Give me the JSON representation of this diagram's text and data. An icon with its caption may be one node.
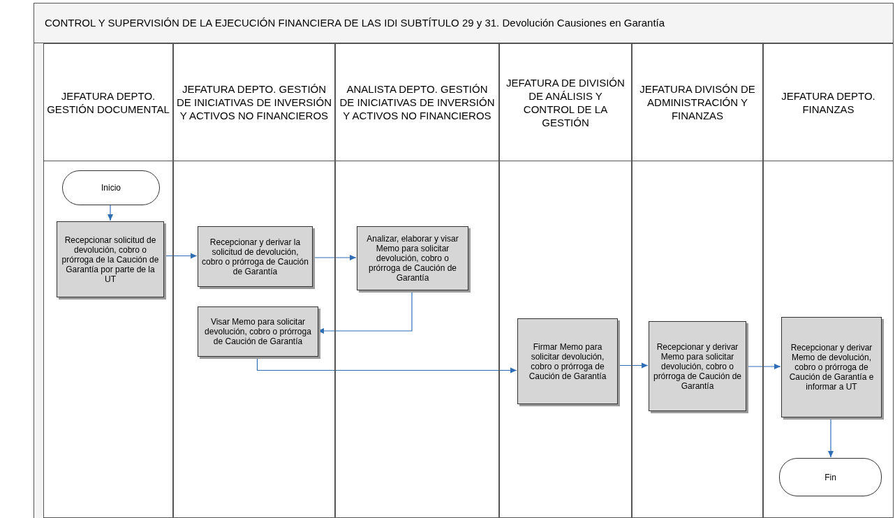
{
  "diagram": {
    "title": "CONTROL Y SUPERVISIÓN DE LA EJECUCIÓN FINANCIERA DE LAS IDI SUBTÍTULO 29 y 31. Devolución Causiones en Garantía",
    "nodes": [
      {
        "text": [
          "JEFATURA DEPTO. GESTIÓN DOCUMENTAL"
        ]
      },
      {
        "text": [
          "JEFATURA DEPTO. GESTIÓN DE INICIATIVAS DE INVERSIÓN Y ACTIVOS NO FINANCIEROS"
        ]
      },
      {
        "text": [
          "ANALISTA DEPTO. GESTIÓN DE INICIATIVAS DE INVERSIÓN Y ACTIVOS NO FINANCIEROS"
        ]
      },
      {
        "text": [
          "JEFATURA DE DIVISIÓN DE ANÁLISIS Y CONTROL DE LA GESTIÓN"
        ]
      },
      {
        "text": [
          "JEFATURA DIVISÓN DE ADMINISTRACIÓN Y FINANZAS"
        ]
      },
      {
        "text": [
          "JEFATURA DEPTO. FINANZAS"
        ]
      },
      {
        "text": [
          "Inicio"
        ],
        "in": 0
      },
      {
        "text": [
          "Recepcionar solicitud de devolución, cobro o prórroga de la Caución de Garantía por parte de la UT"
        ],
        "in": 0
      },
      {
        "text": [
          "Recepcionar y derivar la solicitud de devolución, cobro o prórroga de Caución de Garantía"
        ],
        "in": 1
      },
      {
        "text": [
          "Analizar, elaborar y visar Memo para solicitar devolución, cobro o prórroga de Caución de Garantía"
        ],
        "in": 2
      },
      {
        "text": [
          "Visar Memo para solicitar devolución, cobro o prórroga de Caución de Garantía"
        ],
        "in": 1
      },
      {
        "text": [
          "Firmar Memo para solicitar devolución, cobro o prórroga de Caución de Garantía"
        ],
        "in": 3
      },
      {
        "text": [
          "Recepcionar y derivar Memo para solicitar devolución, cobro o prórroga de Caución de Garantía"
        ],
        "in": 4
      },
      {
        "text": [
          "Recepcionar y derivar Memo de devolución, cobro o prórroga de Caución de Garantía e informar a UT"
        ],
        "in": 5
      },
      {
        "text": [
          "Fin"
        ],
        "in": 5
      }
    ],
    "edges": [
      {
        "from": 6,
        "to": 7,
        "arrow": "to"
      },
      {
        "from": 7,
        "to": 8,
        "arrow": "to"
      },
      {
        "from": 8,
        "to": 9,
        "arrow": "to"
      },
      {
        "from": 9,
        "to": 10,
        "arrow": "to"
      },
      {
        "from": 10,
        "to": 11,
        "arrow": "to"
      },
      {
        "from": 11,
        "to": 12,
        "arrow": "to"
      },
      {
        "from": 12,
        "to": 13,
        "arrow": "to"
      },
      {
        "from": 13,
        "to": 14,
        "arrow": "to"
      }
    ]
  }
}
